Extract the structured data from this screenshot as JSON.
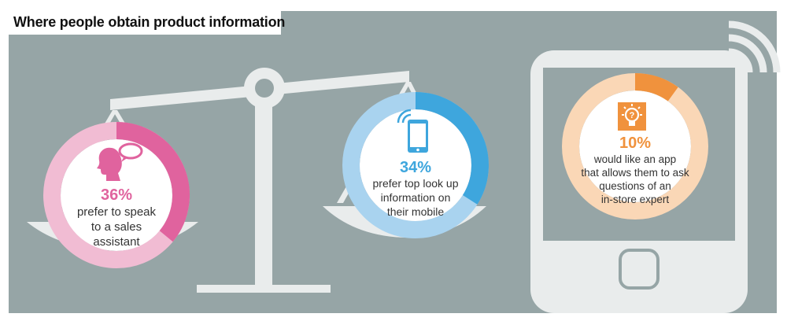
{
  "title": "Where people obtain product information",
  "colors": {
    "background": "#96a5a6",
    "scale": "#e9ecec",
    "pink": "#e0639e",
    "pink_light": "#f1bcd3",
    "blue": "#3ea6dd",
    "blue_light": "#a9d3ef",
    "orange": "#f0923d",
    "orange_light": "#fad7b6"
  },
  "icons": [
    "person-speaking-icon",
    "mobile-phone-icon",
    "lightbulb-question-icon",
    "wifi-signal-icon",
    "tablet-home-button-icon"
  ],
  "stats": [
    {
      "key": "sales_assistant",
      "percent_label": "36%",
      "percent": 36,
      "lines": [
        "prefer to speak",
        "to a sales",
        "assistant"
      ],
      "icon": "person-speaking-icon"
    },
    {
      "key": "mobile_lookup",
      "percent_label": "34%",
      "percent": 34,
      "lines": [
        "prefer top look up",
        "information on",
        "their mobile"
      ],
      "icon": "mobile-phone-icon"
    },
    {
      "key": "in_store_app",
      "percent_label": "10%",
      "percent": 10,
      "lines": [
        "would like an app",
        "that allows them to ask",
        "questions of an",
        "in-store expert"
      ],
      "icon": "lightbulb-question-icon"
    }
  ]
}
